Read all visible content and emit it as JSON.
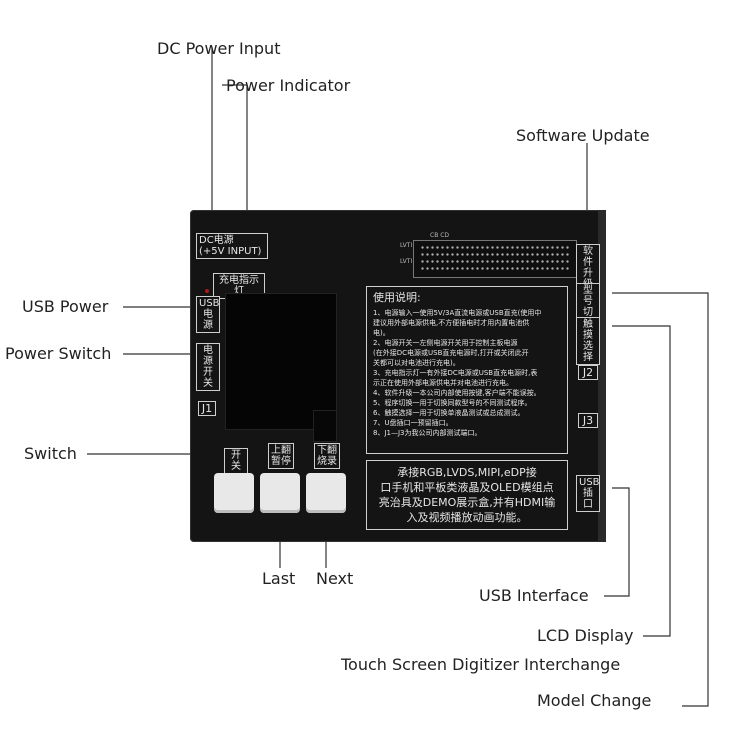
{
  "callouts": {
    "dc_power_input": "DC Power Input",
    "power_indicator": "Power Indicator",
    "software_update": "Software Update",
    "usb_power": "USB Power",
    "power_switch": "Power Switch",
    "switch": "Switch",
    "last": "Last",
    "next": "Next",
    "usb_interface": "USB Interface",
    "lcd_display": "LCD Display",
    "touch_screen": "Touch Screen Digitizer Interchange",
    "model_change": "Model Change"
  },
  "device": {
    "dc_label_line1": "DC电源",
    "dc_label_line2": "(+5V INPUT)",
    "charge_indicator": "充电指示灯",
    "usb_power_line1": "USB",
    "usb_power_line2": "电源",
    "power_switch_line1": "电源",
    "power_switch_line2": "开关",
    "j1": "J1",
    "j2": "J2",
    "j3": "J3",
    "switch_label": "开关",
    "last_line1": "上翻",
    "last_line2": "暂停",
    "next_line1": "下翻",
    "next_line2": "烧录",
    "software_line1": "软件",
    "software_line2": "升级",
    "model_line1": "型号",
    "model_line2": "切换",
    "touch_line1": "触摸",
    "touch_line2": "选择",
    "usb_port_line1": "USB",
    "usb_port_line2": "插口",
    "header_tag_top": "CB   CD",
    "header_tag_left1": "LVTI",
    "header_tag_left2": "LVTI"
  },
  "instructions": {
    "title": "使用说明:",
    "lines": [
      "1、电源输入一使用5V/3A直流电源或USB直充(使用中",
      "建议用外部电源供电,不方便插电时才用内置电池供",
      "电)。",
      "2、电源开关一左侧电源开关用于控制主板电源",
      "(在外接DC电源或USB直充电源时,打开或关闭此开",
      "关都可以对电池进行充电)。",
      "3、充电指示灯一有外接DC电源或USB直充电源时,表",
      "示正在使用外部电源供电并对电池进行充电。",
      "4、软件升级一本公司内部使用按键,客户端不能误按。",
      "5、程序切换一用于切换同款型号的不同测试程序。",
      "6、触摸选择一用于切换单液晶测试或总成测试。",
      "7、U盘插口一预留插口。",
      "8、J1—J3为我公司内部测试端口。"
    ]
  },
  "features": {
    "lines": [
      "承接RGB,LVDS,MIPI,eDP接",
      "口手机和平板类液晶及OLED模组点",
      "亮治具及DEMO展示盒,并有HDMI输",
      "入及视频播放动画功能。"
    ]
  }
}
